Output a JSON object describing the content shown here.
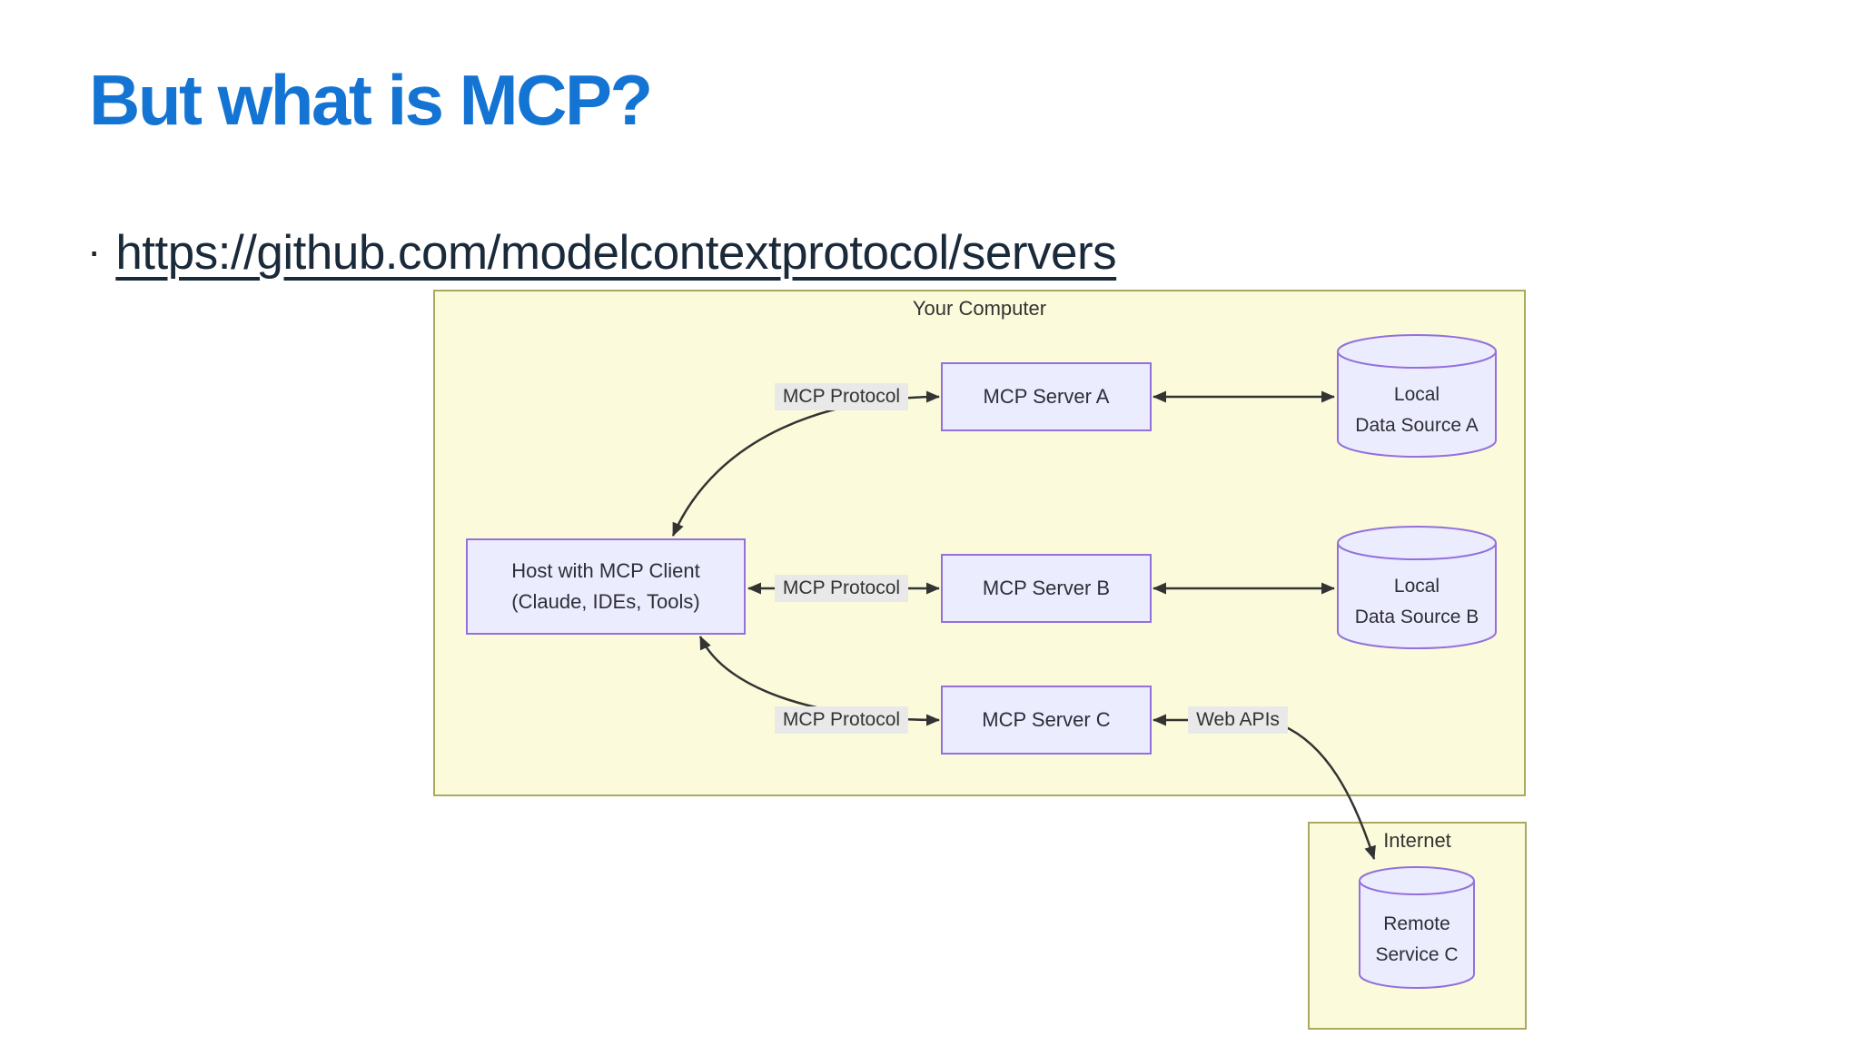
{
  "slide": {
    "title": "But what is MCP?",
    "bullet_glyph": "·",
    "link_text": "https://github.com/modelcontextprotocol/servers"
  },
  "diagram": {
    "computer_group_label": "Your Computer",
    "internet_group_label": "Internet",
    "host": {
      "line1": "Host with MCP Client",
      "line2": "(Claude, IDEs, Tools)"
    },
    "servers": [
      "MCP Server A",
      "MCP Server B",
      "MCP Server C"
    ],
    "protocol_labels": [
      "MCP Protocol",
      "MCP Protocol",
      "MCP Protocol"
    ],
    "web_apis_label": "Web APIs",
    "data_sources": [
      {
        "line1": "Local",
        "line2": "Data Source A"
      },
      {
        "line1": "Local",
        "line2": "Data Source B"
      }
    ],
    "remote_service": {
      "line1": "Remote",
      "line2": "Service C"
    }
  },
  "colors": {
    "title_blue": "#1474d4",
    "link_dark": "#1a2a3a",
    "group_fill": "#fbfbdb",
    "group_border": "#a9a960",
    "node_fill": "#ECECFF",
    "node_border": "#9370DB",
    "edge_label_bg": "#e9e9e9",
    "arrow": "#333333",
    "diagram_text": "#333333"
  }
}
